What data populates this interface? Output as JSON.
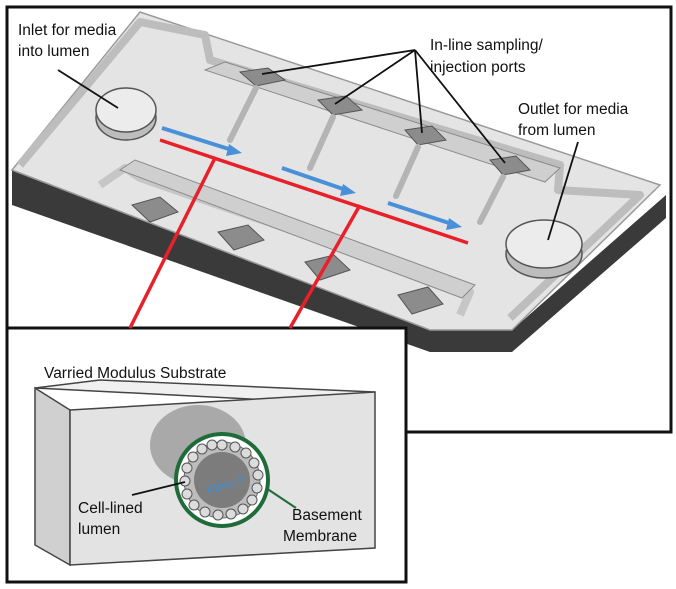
{
  "labels": {
    "inlet_line1": "Inlet for media",
    "inlet_line2": "into lumen",
    "ports_line1": "In-line sampling/",
    "ports_line2": "injection ports",
    "outlet_line1": "Outlet for media",
    "outlet_line2": "from lumen",
    "substrate": "Varried Modulus Substrate",
    "cell_line1": "Cell-lined",
    "cell_line2": "lumen",
    "basement_line1": "Basement",
    "basement_line2": "Membrane",
    "flow": "Flow->"
  },
  "colors": {
    "channel_red": "#e8202a",
    "flow_blue": "#4a90d9",
    "membrane_green": "#1f6b3a",
    "device_gray": "#d9d9d9",
    "base_dark": "#3a3a3a"
  }
}
